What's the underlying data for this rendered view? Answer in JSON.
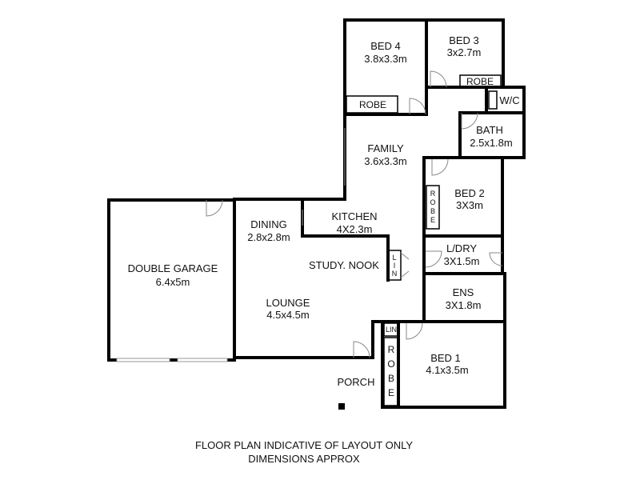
{
  "rooms": {
    "bed4": {
      "name": "BED 4",
      "size": "3.8x3.3m"
    },
    "bed3": {
      "name": "BED 3",
      "size": "3x2.7m"
    },
    "family": {
      "name": "FAMILY",
      "size": "3.6x3.3m"
    },
    "bath": {
      "name": "BATH",
      "size": "2.5x1.8m"
    },
    "bed2": {
      "name": "BED 2",
      "size": "3X3m"
    },
    "kitchen": {
      "name": "KITCHEN",
      "size": "4X2.3m"
    },
    "dining": {
      "name": "DINING",
      "size": "2.8x2.8m"
    },
    "ldry": {
      "name": "L/DRY",
      "size": "3X1.5m"
    },
    "garage": {
      "name": "DOUBLE GARAGE",
      "size": "6.4x5m"
    },
    "study": {
      "name": "STUDY. NOOK"
    },
    "ens": {
      "name": "ENS",
      "size": "3X1.8m"
    },
    "lounge": {
      "name": "LOUNGE",
      "size": "4.5x4.5m"
    },
    "bed1": {
      "name": "BED 1",
      "size": "4.1x3.5m"
    },
    "porch": {
      "name": "PORCH"
    }
  },
  "fixtures": {
    "robe": "ROBE",
    "robe_vertical": [
      "R",
      "O",
      "B",
      "E"
    ],
    "wc": "W/C",
    "lin_h": "LIN",
    "lin_vertical": [
      "L",
      "I",
      "N"
    ]
  },
  "footer": {
    "line1": "FLOOR PLAN INDICATIVE OF LAYOUT ONLY",
    "line2": "DIMENSIONS APPROX"
  }
}
